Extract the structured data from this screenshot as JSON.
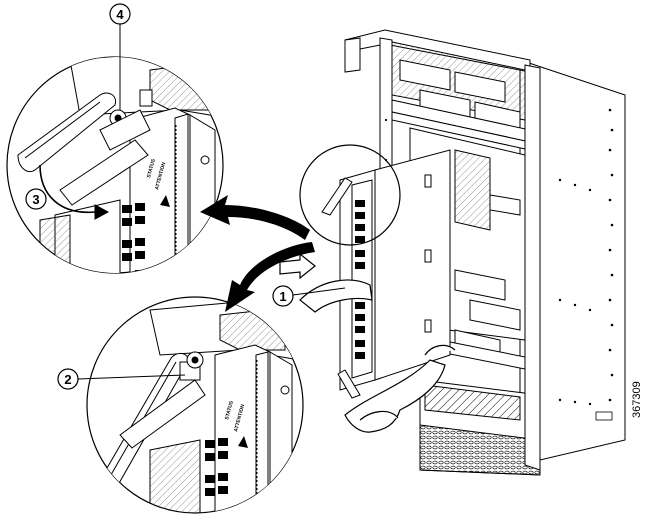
{
  "callouts": [
    {
      "id": "1",
      "label": "1"
    },
    {
      "id": "2",
      "label": "2"
    },
    {
      "id": "3",
      "label": "3"
    },
    {
      "id": "4",
      "label": "4"
    }
  ],
  "card_labels": {
    "status": "STATUS",
    "attention": "ATTENTION"
  },
  "figure_id": "367309"
}
